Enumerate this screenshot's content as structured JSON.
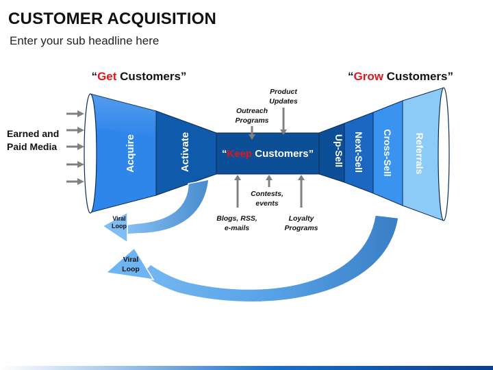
{
  "header": {
    "title": "CUSTOMER ACQUISITION",
    "subtitle": "Enter your sub headline here"
  },
  "headings": {
    "get": {
      "open_quote": "“",
      "highlight": "Get",
      "rest": " Customers”"
    },
    "grow": {
      "open_quote": "“",
      "highlight": "Grow",
      "rest": " Customers”"
    },
    "keep": {
      "open_quote": "“",
      "highlight": "Keep",
      "rest": " Customers”"
    }
  },
  "input_label": {
    "line1": "Earned and",
    "line2": "Paid Media"
  },
  "left_stages": [
    "Acquire",
    "Activate"
  ],
  "right_stages": [
    "Up-Sell",
    "Next-Sell",
    "Cross-Sell",
    "Referrals"
  ],
  "top_inputs": [
    {
      "line1": "Outreach",
      "line2": "Programs"
    },
    {
      "line1": "Product",
      "line2": "Updates"
    }
  ],
  "bottom_inputs": [
    {
      "line1": "Blogs, RSS,",
      "line2": "e-mails"
    },
    {
      "line1": "Contests,",
      "line2": "events"
    },
    {
      "line1": "Loyalty",
      "line2": "Programs"
    }
  ],
  "loops": [
    {
      "line1": "Viral",
      "line2": "Loop"
    },
    {
      "line1": "Viral",
      "line2": "Loop"
    }
  ],
  "colors": {
    "highlight_red": "#e3141b",
    "dark_blue": "#0d4f97",
    "mid_blue": "#1b67c2",
    "bright_blue": "#2f86ea",
    "light_blue": "#8ccaf7",
    "arrow_gray": "#808080"
  }
}
